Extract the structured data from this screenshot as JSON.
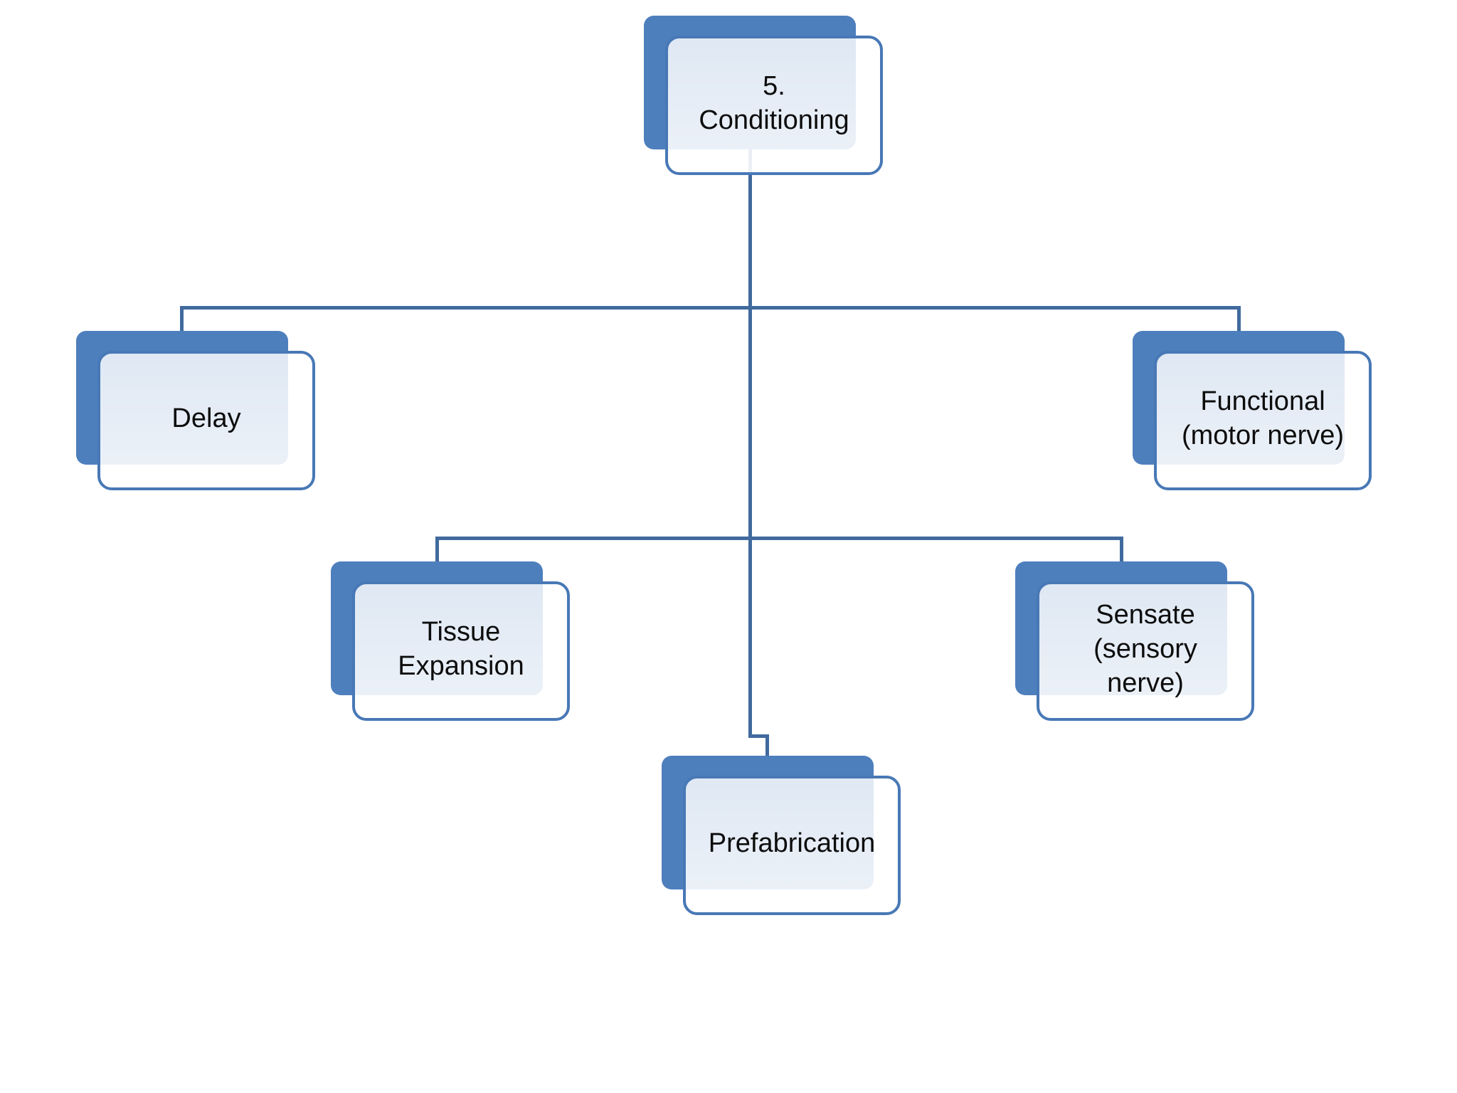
{
  "diagram": {
    "type": "hierarchy-org-chart",
    "root": {
      "id": "conditioning",
      "label": "5.\nConditioning"
    },
    "children": [
      {
        "id": "delay",
        "label": "Delay"
      },
      {
        "id": "tissue-expansion",
        "label": "Tissue\nExpansion"
      },
      {
        "id": "prefabrication",
        "label": "Prefabrication"
      },
      {
        "id": "sensate",
        "label": "Sensate\n(sensory\nnerve)"
      },
      {
        "id": "functional",
        "label": "Functional\n(motor nerve)"
      }
    ],
    "colors": {
      "accent": "#4e7fbd",
      "line": "#416a9e",
      "border": "#4878b6",
      "text": "#0d0d0d",
      "background": "#ffffff"
    }
  }
}
